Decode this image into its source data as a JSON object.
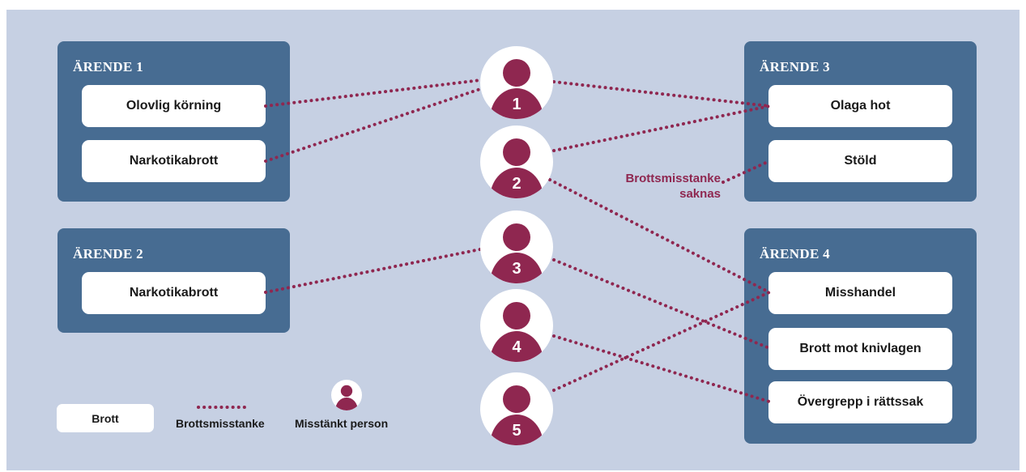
{
  "colors": {
    "background": "#c6d0e3",
    "case_box": "#476c92",
    "crime_box": "#ffffff",
    "link": "#8f2750",
    "person": "#8f2750"
  },
  "icons": {
    "person": "person-silhouette-icon"
  },
  "cases": [
    {
      "title": "ÄRENDE 1",
      "crimes": [
        "Olovlig körning",
        "Narkotikabrott"
      ]
    },
    {
      "title": "ÄRENDE 2",
      "crimes": [
        "Narkotikabrott"
      ]
    },
    {
      "title": "ÄRENDE 3",
      "crimes": [
        "Olaga hot",
        "Stöld"
      ]
    },
    {
      "title": "ÄRENDE 4",
      "crimes": [
        "Misshandel",
        "Brott mot knivlagen",
        "Övergrepp i rättssak"
      ]
    }
  ],
  "persons": [
    "1",
    "2",
    "3",
    "4",
    "5"
  ],
  "missing_suspicion_label": [
    "Brottsmisstanke",
    "saknas"
  ],
  "legend": {
    "crime_box": "Brott",
    "suspicion_line": "Brottsmisstanke",
    "suspect": "Misstänkt person"
  }
}
